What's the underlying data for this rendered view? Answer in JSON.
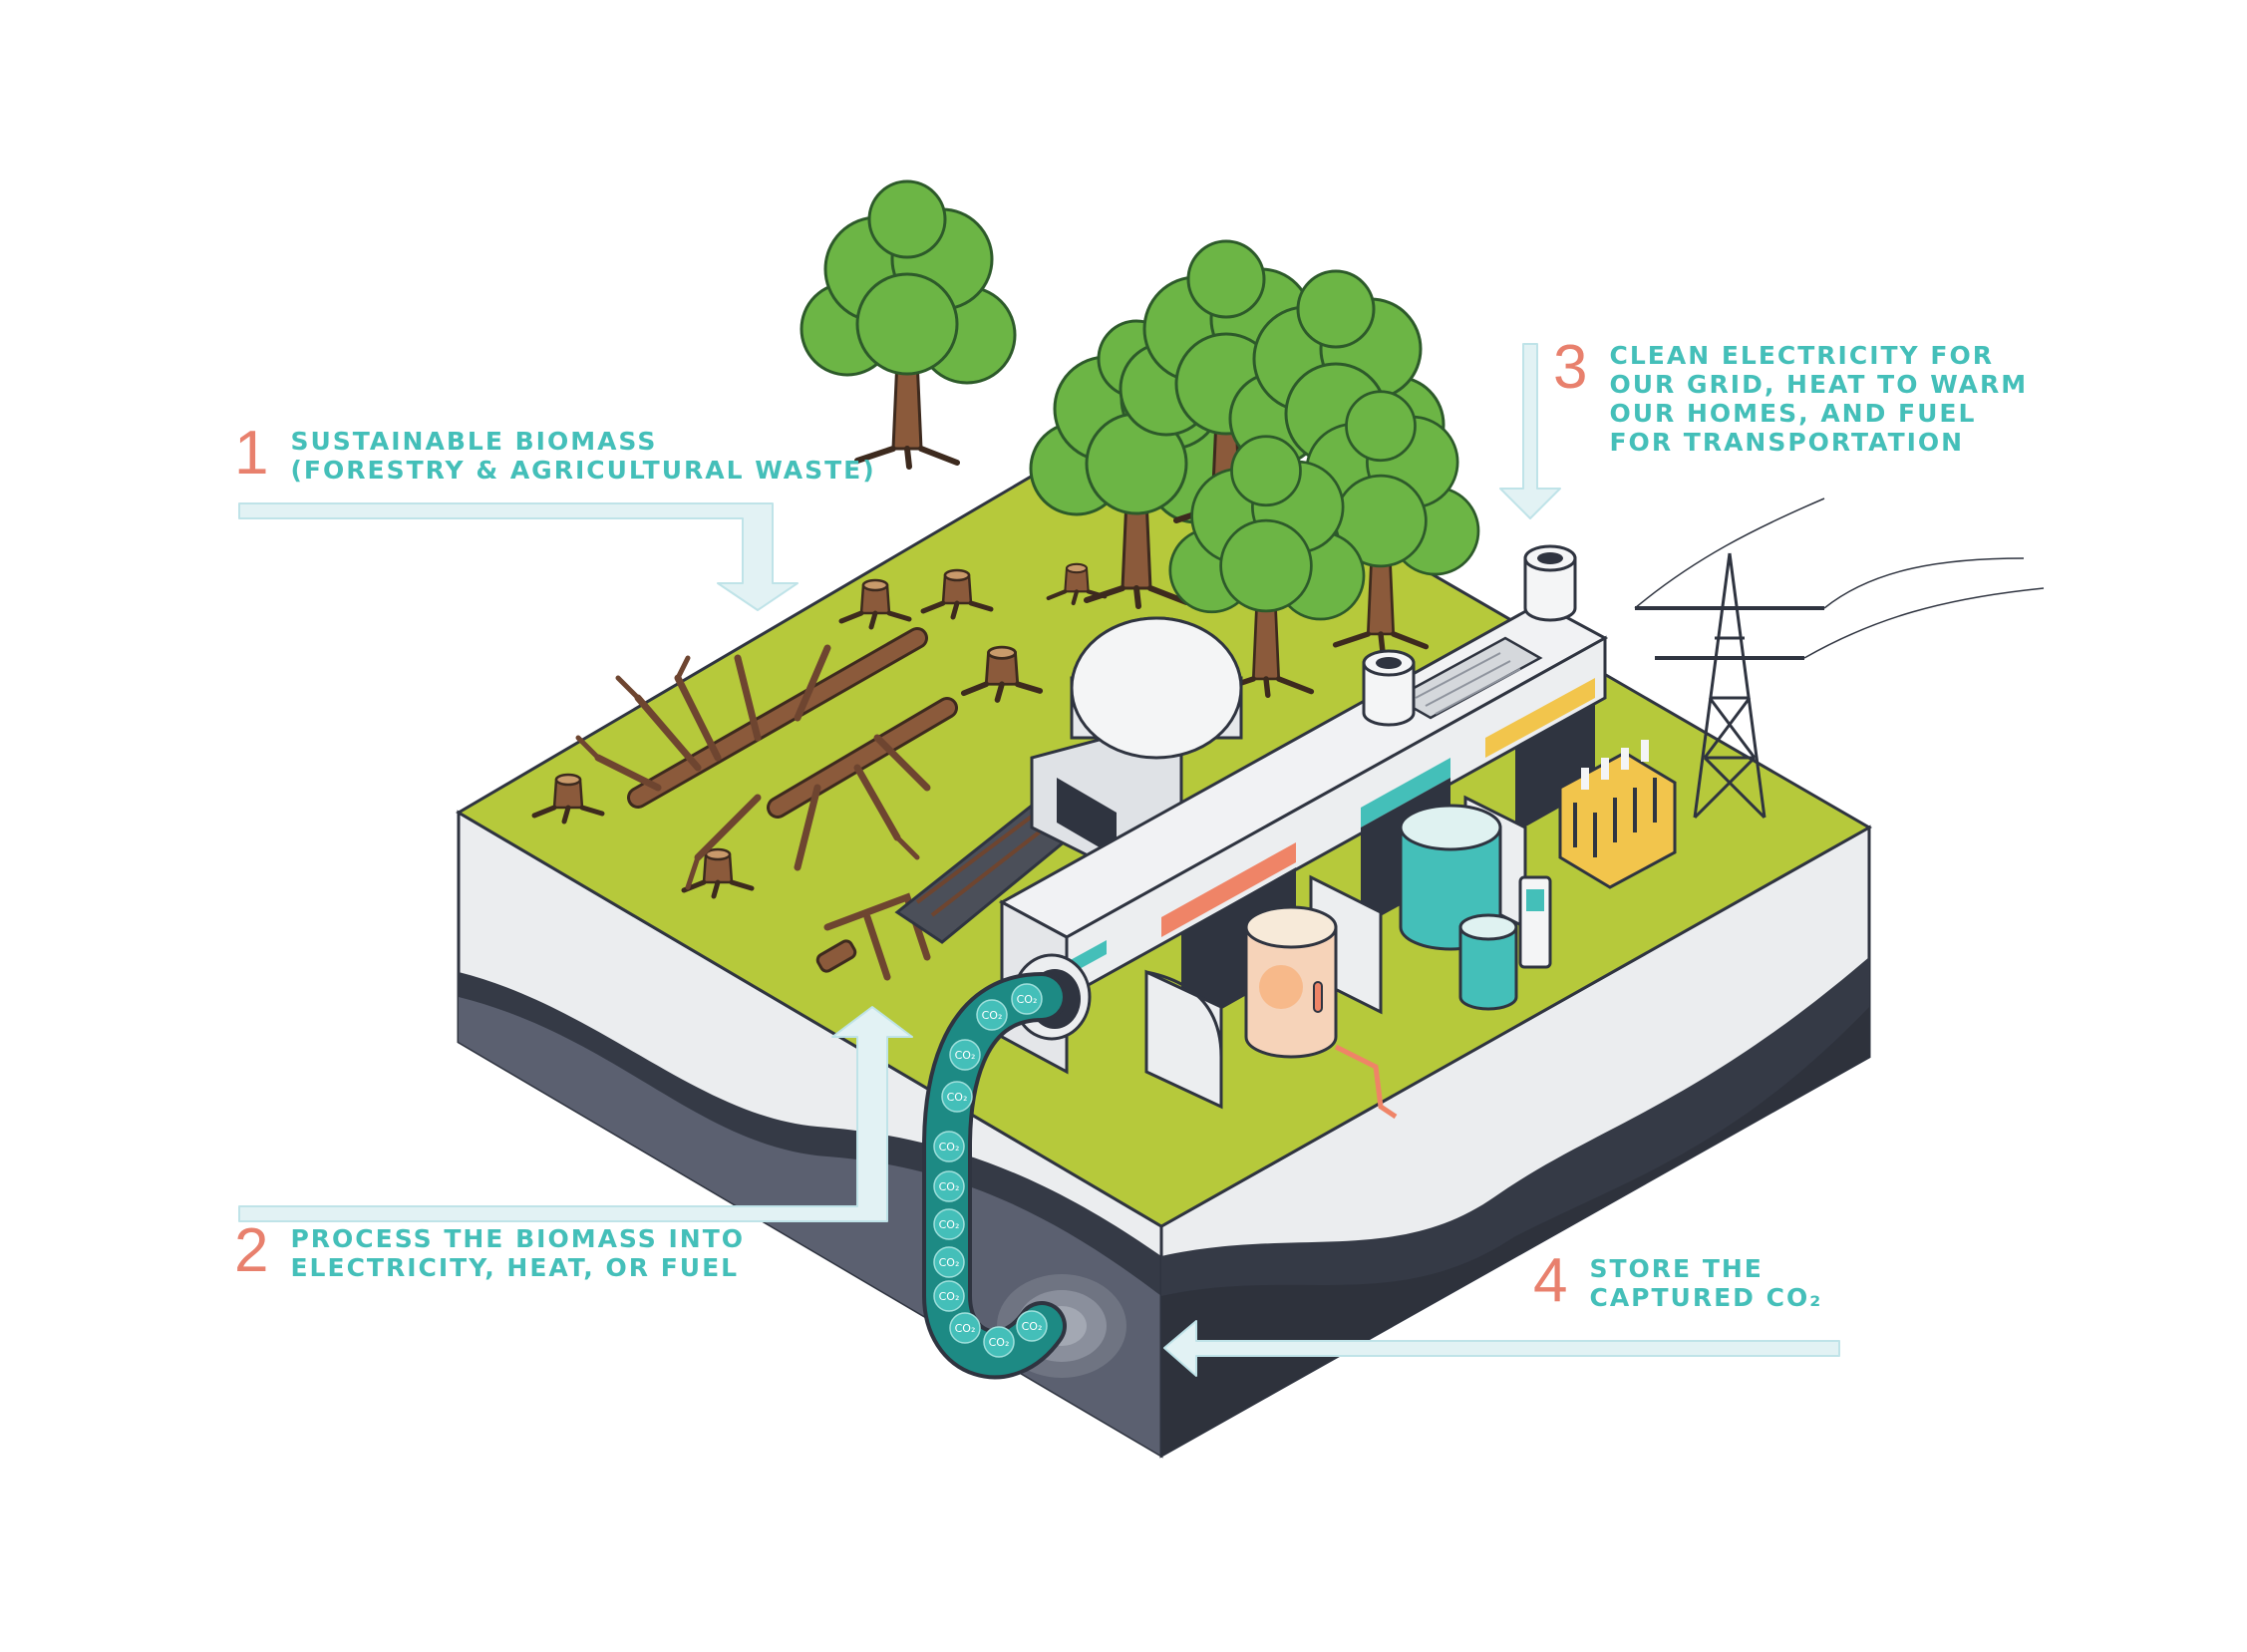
{
  "callouts": [
    {
      "number": "1",
      "lines": [
        "SUSTAINABLE BIOMASS",
        "(FORESTRY & AGRICULTURAL WASTE)"
      ]
    },
    {
      "number": "2",
      "lines": [
        "PROCESS THE BIOMASS INTO",
        "ELECTRICITY, HEAT, OR FUEL"
      ]
    },
    {
      "number": "3",
      "lines": [
        "CLEAN ELECTRICITY FOR",
        "OUR GRID, HEAT TO WARM",
        "OUR HOMES, AND FUEL",
        "FOR TRANSPORTATION"
      ]
    },
    {
      "number": "4",
      "lines": [
        "STORE THE",
        "CAPTURED CO₂"
      ]
    }
  ],
  "co2_label": "CO₂",
  "colors": {
    "accent_text": "#44bfb9",
    "number": "#e8806d",
    "arrow": "#e2f2f4",
    "grass": "#b6c93b",
    "tree": "#6cb545",
    "trunk": "#8b5a3b",
    "pipe": "#1d8a84",
    "building": "#eef0f2",
    "stripe_teal": "#44bfb9",
    "stripe_coral": "#ef8467",
    "stripe_yellow": "#f2c54c",
    "rock": "#363c48"
  }
}
